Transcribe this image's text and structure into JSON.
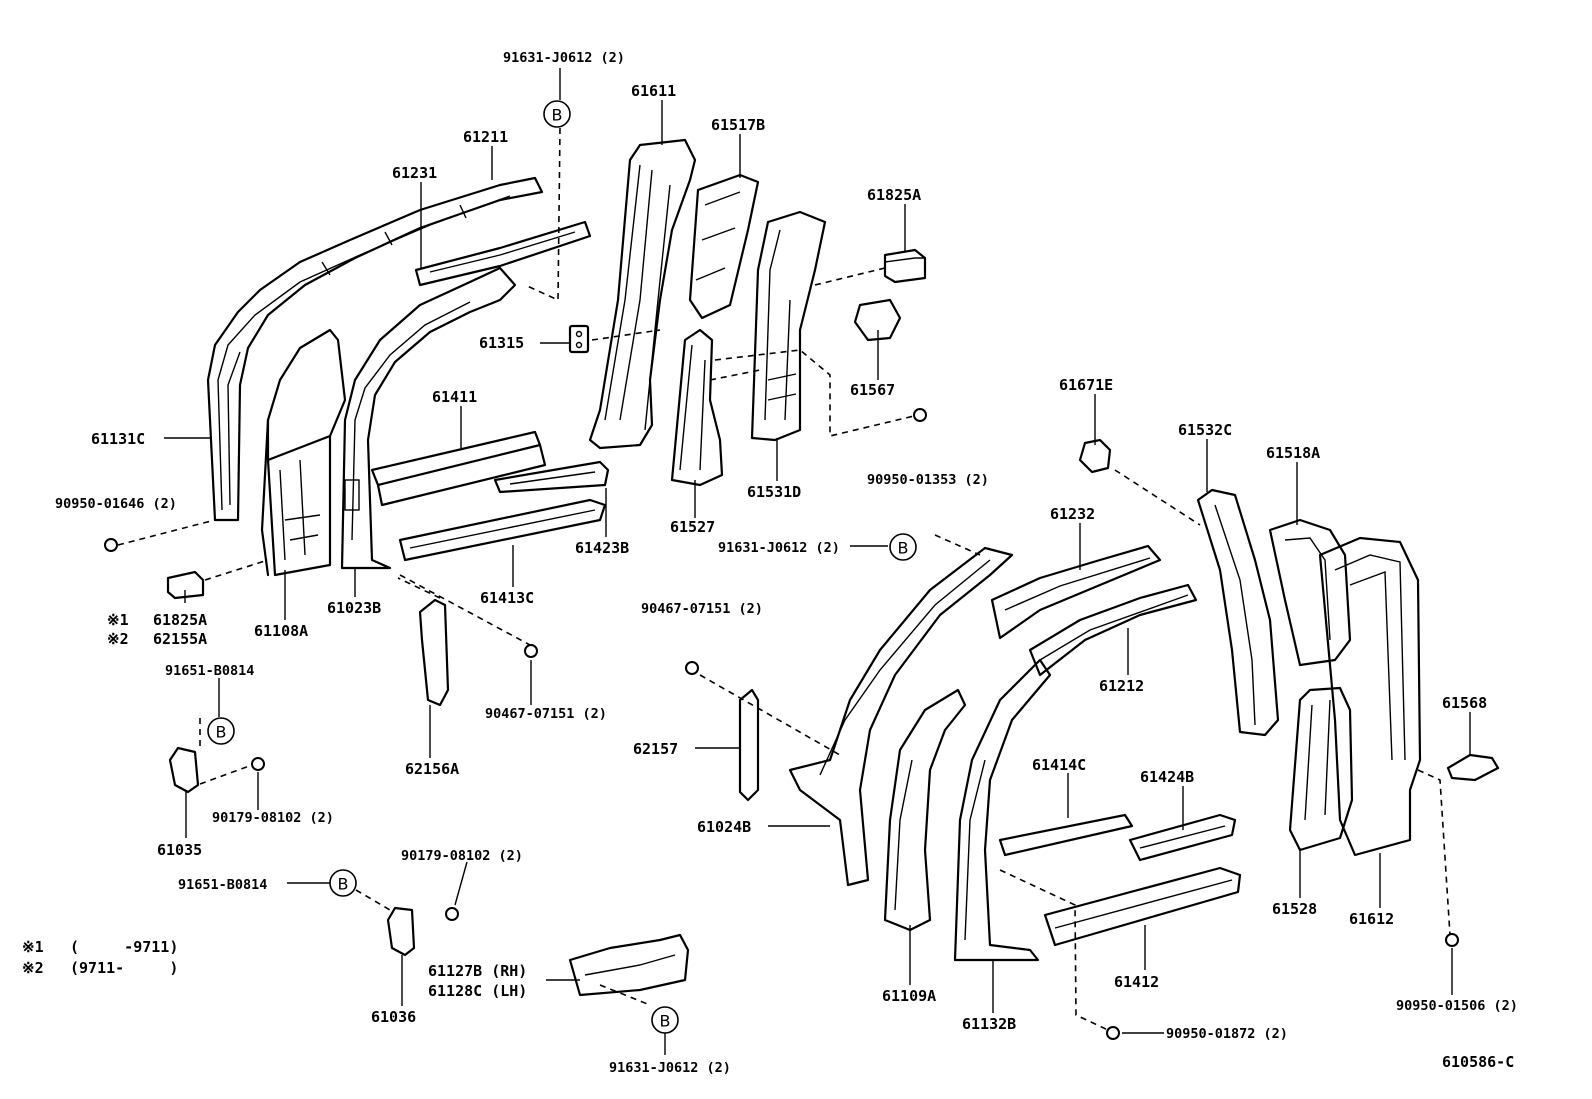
{
  "diagram_code": "610586-C",
  "notes": {
    "n1_mark": "※1",
    "n1_range": "(     -9711)",
    "n2_mark": "※2",
    "n2_range": "(9711-     )",
    "callout_1": "※1",
    "callout_2": "※2"
  },
  "callout_letter": "B",
  "labels": {
    "p91631_top": "91631-J0612 (2)",
    "p61611": "61611",
    "p61517B": "61517B",
    "p61211": "61211",
    "p61231": "61231",
    "p61825A_top": "61825A",
    "p61315": "61315",
    "p61567": "61567",
    "p61131C": "61131C",
    "p61411": "61411",
    "p61531D": "61531D",
    "p61671E": "61671E",
    "p90950_01353": "90950-01353 (2)",
    "p61532C": "61532C",
    "p61518A": "61518A",
    "p90950_01646": "90950-01646 (2)",
    "p61527": "61527",
    "p61232": "61232",
    "p61423B": "61423B",
    "p91631_mid": "91631-J0612 (2)",
    "p61825A_low": "61825A",
    "p62155A": "62155A",
    "p61108A": "61108A",
    "p61023B": "61023B",
    "p61413C": "61413C",
    "p90467_mid": "90467-07151 (2)",
    "p61212": "61212",
    "p91651_top": "91651-B0814",
    "p90467_low": "90467-07151 (2)",
    "p61568": "61568",
    "p62157": "62157",
    "p62156A": "62156A",
    "p61414C": "61414C",
    "p61424B": "61424B",
    "p90179_a": "90179-08102 (2)",
    "p61024B": "61024B",
    "p61035": "61035",
    "p90179_b": "90179-08102 (2)",
    "p61528": "61528",
    "p61612": "61612",
    "p91651_low": "91651-B0814",
    "p61127B": "61127B (RH)",
    "p61128C": "61128C (LH)",
    "p61109A": "61109A",
    "p61412": "61412",
    "p61036": "61036",
    "p61132B": "61132B",
    "p90950_01506": "90950-01506 (2)",
    "p90950_01872": "90950-01872 (2)",
    "p91631_bot": "91631-J0612 (2)"
  }
}
